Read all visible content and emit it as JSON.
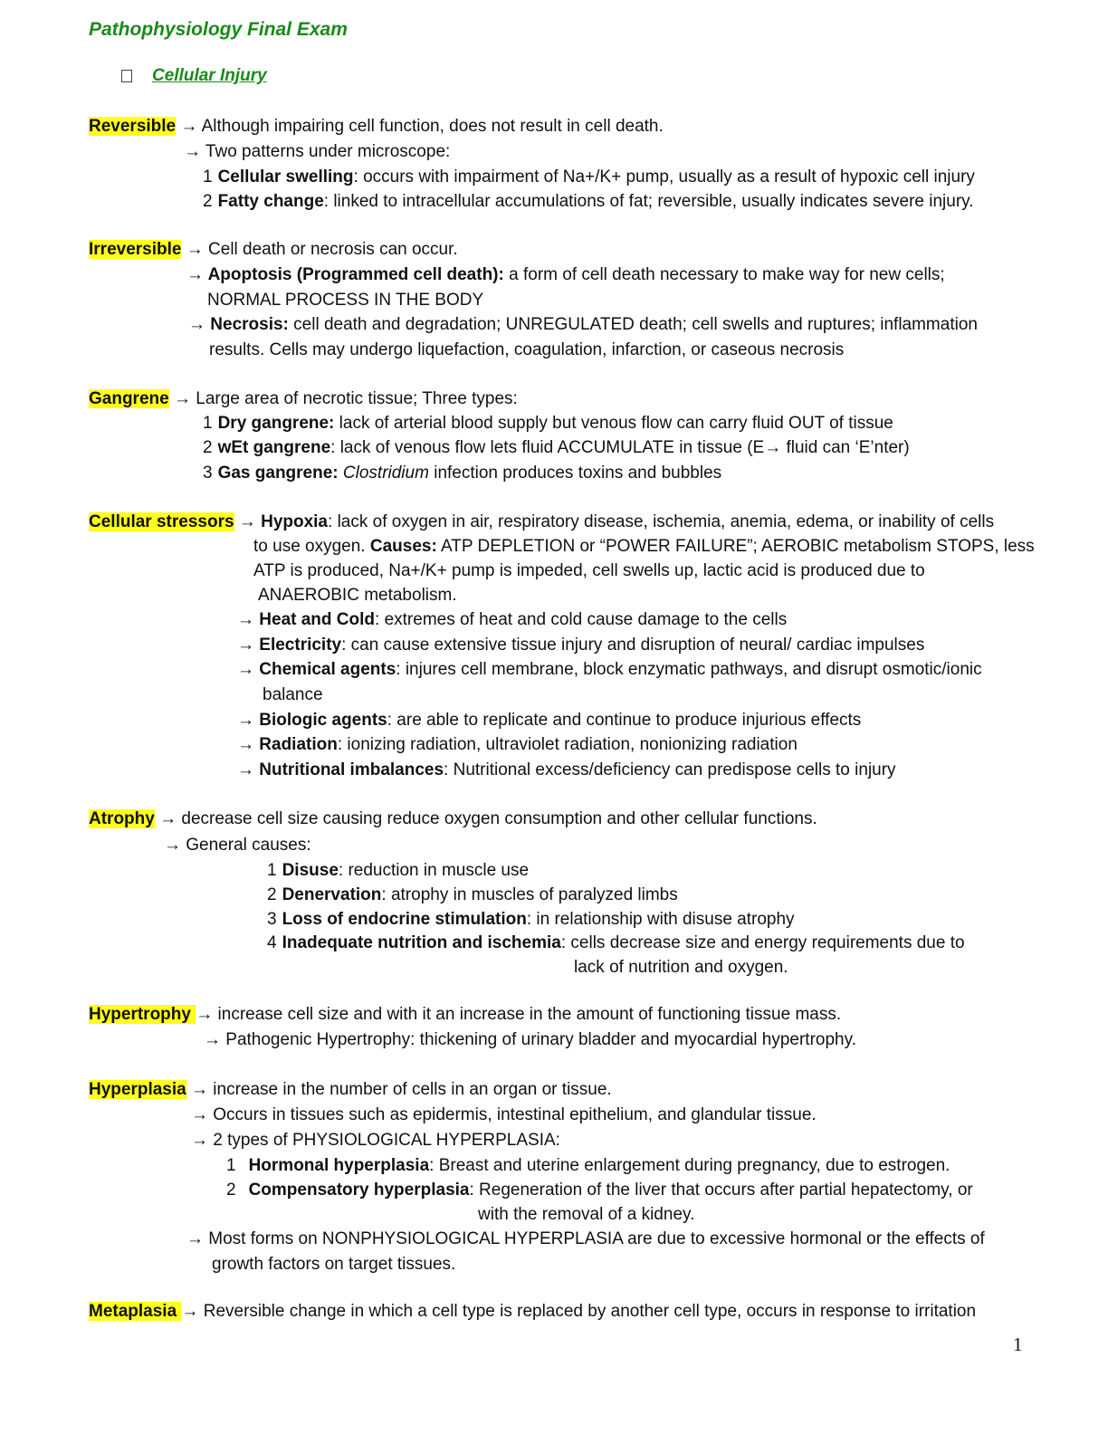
{
  "doc_title": "Pathophysiology Final Exam",
  "section": {
    "heading": "Cellular Injury"
  },
  "arrow": "→",
  "lines": [
    {
      "id": "rev-1",
      "hl": "Reversible",
      "parts": [
        {
          "t": " Although impairing cell function, does not result in cell death."
        }
      ]
    },
    {
      "id": "rev-2",
      "parts": [
        {
          "t": " Two patterns under microscope:"
        }
      ]
    },
    {
      "id": "rev-3",
      "num": "1",
      "parts": [
        {
          "b": "Cellular swelling"
        },
        {
          "t": ": occurs with impairment of Na+/K+ pump, usually as a result of hypoxic cell injury"
        }
      ]
    },
    {
      "id": "rev-4",
      "num": "2",
      "parts": [
        {
          "b": "Fatty change"
        },
        {
          "t": ": linked to intracellular accumulations of fat; reversible, usually indicates severe injury."
        }
      ]
    },
    {
      "id": "irr-1",
      "hl": "Irreversible",
      "parts": [
        {
          "t": " Cell death or necrosis can occur."
        }
      ]
    },
    {
      "id": "irr-2",
      "parts": [
        {
          "b": " Apoptosis (Programmed cell death):"
        },
        {
          "t": " a form of cell death necessary to make way for new cells;"
        }
      ]
    },
    {
      "id": "irr-3",
      "parts": [
        {
          "t": "NORMAL PROCESS IN THE BODY"
        }
      ]
    },
    {
      "id": "irr-4",
      "parts": [
        {
          "b": " Necrosis:"
        },
        {
          "t": " cell death and degradation; UNREGULATED death; cell swells and ruptures; inflammation"
        }
      ]
    },
    {
      "id": "irr-5",
      "parts": [
        {
          "t": "results. Cells may undergo liquefaction, coagulation, infarction, or caseous necrosis"
        }
      ]
    },
    {
      "id": "gan-1",
      "hl": "Gangrene",
      "parts": [
        {
          "t": " Large area of necrotic tissue; Three types:"
        }
      ]
    },
    {
      "id": "gan-2",
      "num": "1",
      "parts": [
        {
          "b": "Dry gangrene:"
        },
        {
          "t": " lack of arterial blood supply but venous flow can carry fluid OUT of tissue"
        }
      ]
    },
    {
      "id": "gan-3",
      "num": "2",
      "parts": [
        {
          "b": "wEt gangrene"
        },
        {
          "t": ": lack of venous flow lets fluid ACCUMULATE in tissue (E"
        },
        {
          "arrow": true
        },
        {
          "t": " fluid can ‘E’nter)"
        }
      ]
    },
    {
      "id": "gan-4",
      "num": "3",
      "parts": [
        {
          "b": "Gas gangrene:"
        },
        {
          "t": " "
        },
        {
          "i": "Clostridium"
        },
        {
          "t": " infection produces toxins and bubbles"
        }
      ]
    },
    {
      "id": "str-1",
      "hl": "Cellular stressors",
      "parts": [
        {
          "b": " Hypoxia"
        },
        {
          "t": ": lack of oxygen in air, respiratory disease, ischemia, anemia, edema, or inability of cells"
        }
      ]
    },
    {
      "id": "str-2",
      "parts": [
        {
          "t": "to use oxygen. "
        },
        {
          "b": "Causes:"
        },
        {
          "t": " ATP DEPLETION or “POWER FAILURE”; AEROBIC metabolism STOPS, less"
        }
      ]
    },
    {
      "id": "str-3",
      "parts": [
        {
          "t": "ATP is produced, Na+/K+ pump is impeded, cell swells up, lactic acid is produced due to"
        }
      ]
    },
    {
      "id": "str-4",
      "parts": [
        {
          "t": "ANAEROBIC metabolism."
        }
      ]
    },
    {
      "id": "str-5",
      "parts": [
        {
          "b": " Heat and Cold"
        },
        {
          "t": ": extremes of heat and cold cause damage to the cells"
        }
      ]
    },
    {
      "id": "str-6",
      "parts": [
        {
          "b": " Electricity"
        },
        {
          "t": ": can cause extensive tissue injury and disruption of neural/ cardiac impulses"
        }
      ]
    },
    {
      "id": "str-7",
      "parts": [
        {
          "b": " Chemical agents"
        },
        {
          "t": ": injures cell membrane, block enzymatic pathways, and disrupt osmotic/ionic"
        }
      ]
    },
    {
      "id": "str-8",
      "parts": [
        {
          "t": "balance"
        }
      ]
    },
    {
      "id": "str-9",
      "parts": [
        {
          "b": " Biologic agents"
        },
        {
          "t": ": are able to replicate and continue to produce injurious effects"
        }
      ]
    },
    {
      "id": "str-10",
      "parts": [
        {
          "b": " Radiation"
        },
        {
          "t": ": ionizing radiation, ultraviolet radiation, nonionizing radiation"
        }
      ]
    },
    {
      "id": "str-11",
      "parts": [
        {
          "b": " Nutritional imbalances"
        },
        {
          "t": ": Nutritional excess/deficiency can predispose cells to injury"
        }
      ]
    },
    {
      "id": "atr-1",
      "hl": "Atrophy",
      "parts": [
        {
          "t": " decrease cell size causing reduce oxygen consumption and other cellular functions."
        }
      ]
    },
    {
      "id": "atr-2",
      "parts": [
        {
          "t": " General causes:"
        }
      ]
    },
    {
      "id": "atr-3",
      "num": "1",
      "parts": [
        {
          "b": "Disuse"
        },
        {
          "t": ": reduction in muscle use"
        }
      ]
    },
    {
      "id": "atr-4",
      "num": "2",
      "parts": [
        {
          "b": "Denervation"
        },
        {
          "t": ": atrophy in muscles of paralyzed limbs"
        }
      ]
    },
    {
      "id": "atr-5",
      "num": "3",
      "parts": [
        {
          "b": "Loss of endocrine stimulation"
        },
        {
          "t": ": in relationship with disuse atrophy"
        }
      ]
    },
    {
      "id": "atr-6",
      "num": "4",
      "parts": [
        {
          "b": "Inadequate nutrition and ischemia"
        },
        {
          "t": ": cells decrease size and energy requirements due to"
        }
      ]
    },
    {
      "id": "atr-7",
      "parts": [
        {
          "t": "lack of nutrition and oxygen."
        }
      ]
    },
    {
      "id": "hyt-1",
      "hl": "Hypertrophy ",
      "parts": [
        {
          "t": " increase cell size and with it an increase in the amount of functioning tissue mass."
        }
      ]
    },
    {
      "id": "hyt-2",
      "parts": [
        {
          "t": " Pathogenic Hypertrophy: thickening of urinary bladder and myocardial hypertrophy."
        }
      ]
    },
    {
      "id": "hyp-1",
      "hl": "Hyperplasia",
      "parts": [
        {
          "t": " increase in the number of cells in an organ or tissue."
        }
      ]
    },
    {
      "id": "hyp-2",
      "parts": [
        {
          "t": " Occurs in tissues such as epidermis, intestinal epithelium, and glandular tissue."
        }
      ]
    },
    {
      "id": "hyp-3",
      "parts": [
        {
          "t": " 2 types of PHYSIOLOGICAL HYPERPLASIA:"
        }
      ]
    },
    {
      "id": "hyp-4",
      "num": "1",
      "parts": [
        {
          "b": "Hormonal hyperplasia"
        },
        {
          "t": ": Breast and uterine enlargement during pregnancy, due to estrogen."
        }
      ]
    },
    {
      "id": "hyp-5",
      "num": "2",
      "parts": [
        {
          "b": "Compensatory hyperplasia"
        },
        {
          "t": ": Regeneration of the liver that occurs after partial hepatectomy, or"
        }
      ]
    },
    {
      "id": "hyp-6",
      "parts": [
        {
          "t": "with the removal of a kidney."
        }
      ]
    },
    {
      "id": "hyp-7",
      "parts": [
        {
          "t": " Most forms on NONPHYSIOLOGICAL HYPERPLASIA are due to excessive hormonal or the effects of"
        }
      ]
    },
    {
      "id": "hyp-8",
      "parts": [
        {
          "t": "growth factors on target tissues."
        }
      ]
    },
    {
      "id": "met-1",
      "hl": "Metaplasia ",
      "parts": [
        {
          "t": " Reversible change in which a cell type is replaced by another cell type, occurs in response to irritation"
        }
      ]
    }
  ],
  "page_number": "1"
}
